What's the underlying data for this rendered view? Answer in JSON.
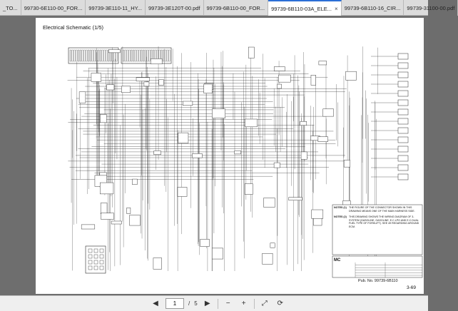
{
  "tabs": [
    {
      "label": "_TO..."
    },
    {
      "label": "99730-6E110-00_FOR..."
    },
    {
      "label": "99739-3E110-11_HY..."
    },
    {
      "label": "99739-3E120T-00.pdf"
    },
    {
      "label": "99739-6B110-00_FOR..."
    },
    {
      "label": "99739-6B110-03A_ELE..."
    },
    {
      "label": "99739-6B110-16_CIR..."
    },
    {
      "label": "99739-31100-00.pdf"
    }
  ],
  "active_tab": 5,
  "tab_close_glyph": "×",
  "page": {
    "title": "Electrical Schematic (1/5)",
    "notes_label": "NOTES (1)",
    "note_1": "THE FIGURE OF THE CONNECTOR SHOWN IN THIS DRAWING MEANS ONE OF THE MAIN HARNESS SIDE.",
    "notes_label_2": "NOTES (2)",
    "note_2": "THIS DRAWING SHOWS THE WIRING DIAGRAM OF 3-SYSTEM (GASOLINE, GASOLINE, E.C.LPG AND E.C.DUAL FUEL TYPE OF FORKLIFT). SEE 49 REGARDING AROUND ECM.",
    "mc_label": "MC",
    "pub_no": "Pub. No. 99739-6B110",
    "page_number": "3-69"
  },
  "toolbar": {
    "prev_icon": "◀",
    "next_icon": "▶",
    "current_page": "1",
    "separator": "/",
    "total_pages": "5",
    "zoom_out_icon": "−",
    "zoom_in_icon": "+",
    "fit_icon": "⤢",
    "rotate_icon": "⟳"
  }
}
